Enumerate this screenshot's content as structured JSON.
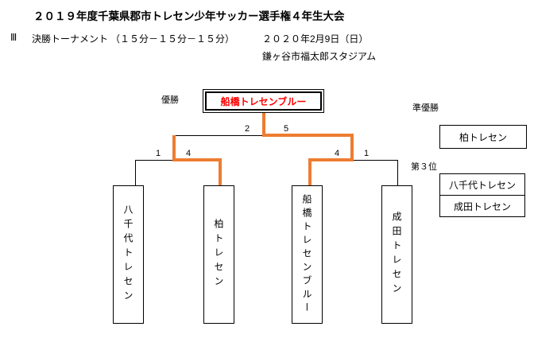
{
  "header": {
    "title": "２０１９年度千葉県郡市トレセン少年サッカー選手権４年生大会",
    "round_numeral": "Ⅲ",
    "round_label": "決勝トーナメント",
    "match_format": "（１５分－１５分－１５分）",
    "date": "２０２０年2月9日（日）",
    "venue": "鎌ヶ谷市福太郎スタジアム"
  },
  "results": {
    "champion_label": "優勝",
    "champion": "船橋トレセンブルー",
    "runner_up_label": "準優勝",
    "runner_up": "柏トレセン",
    "third_place_label": "第３位",
    "third_place": [
      "八千代トレセン",
      "成田トレセン"
    ]
  },
  "bracket": {
    "teams": [
      "八千代トレセン",
      "柏トレセン",
      "船橋トレセンブルー",
      "成田トレセン"
    ],
    "final": {
      "left_score": "2",
      "right_score": "5"
    },
    "semifinal_left": {
      "left_score": "1",
      "right_score": "4"
    },
    "semifinal_right": {
      "left_score": "4",
      "right_score": "1"
    }
  },
  "colors": {
    "winner_path": "#ED7D31",
    "champion_text": "#FF0000",
    "line": "#000000"
  }
}
